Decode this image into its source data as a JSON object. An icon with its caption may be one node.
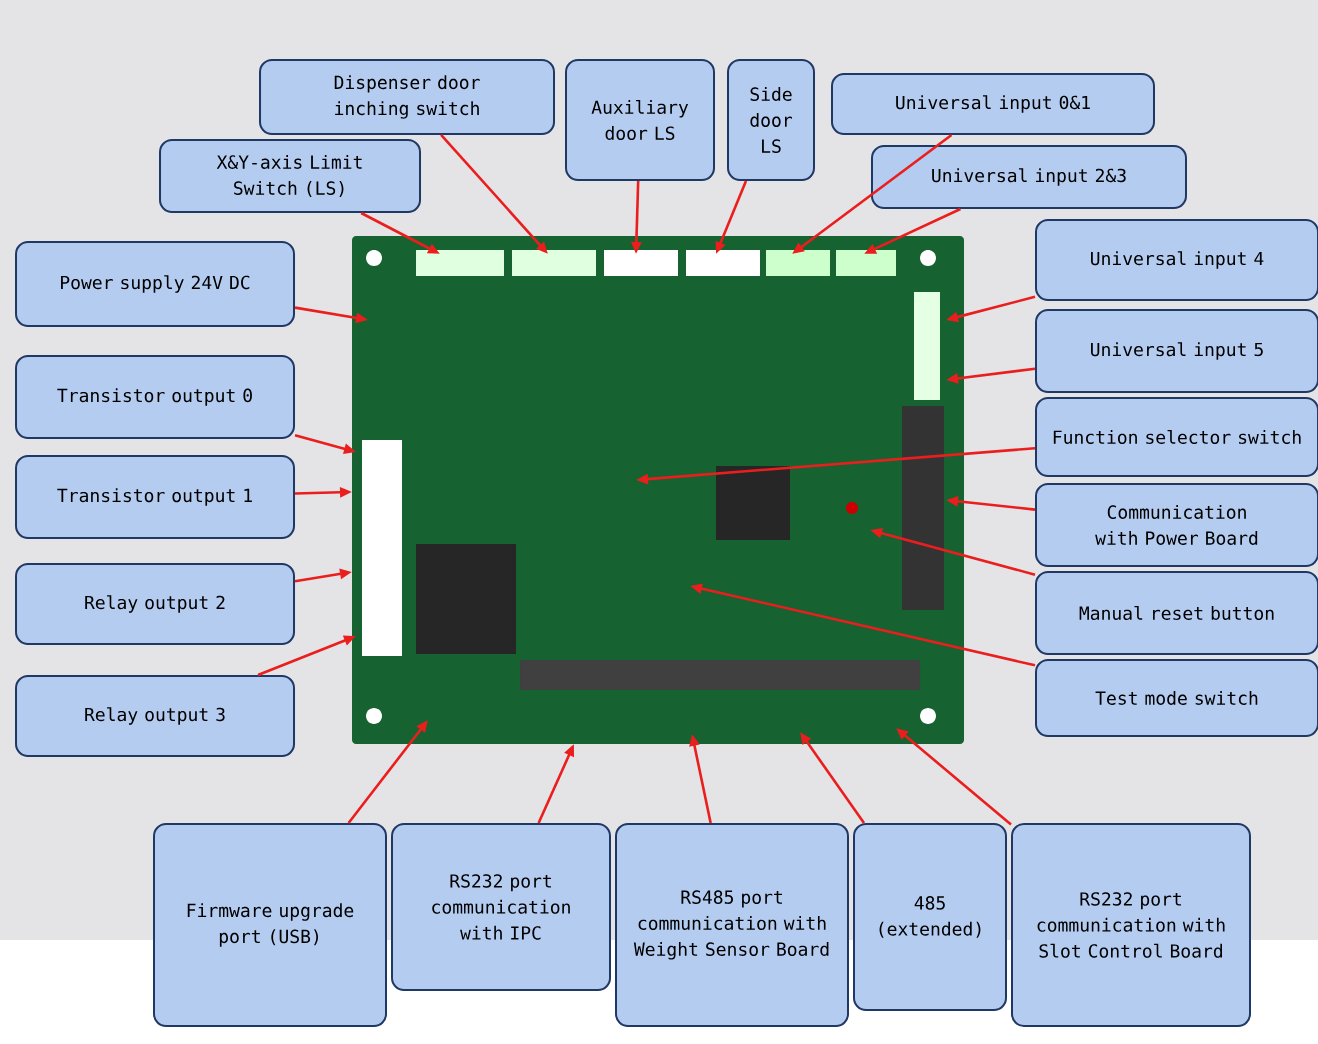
{
  "diagram": {
    "nodes": [
      {
        "text": [
          "Dispenser door inching switch"
        ]
      },
      {
        "text": [
          "Auxiliary door LS"
        ]
      },
      {
        "text": [
          "Side door LS"
        ]
      },
      {
        "text": [
          "Universal input 0&1"
        ]
      },
      {
        "text": [
          "X&Y-axis Limit Switch (LS)"
        ]
      },
      {
        "text": [
          "Universal input 2&3"
        ]
      },
      {
        "text": [
          "Power supply 24V DC"
        ]
      },
      {
        "text": [
          "Universal input 4"
        ]
      },
      {
        "text": [
          "Universal input 5"
        ]
      },
      {
        "text": [
          "Transistor output 0"
        ]
      },
      {
        "text": [
          "Function selector switch"
        ]
      },
      {
        "text": [
          "Transistor output 1"
        ]
      },
      {
        "text": [
          "Communication with Power Board"
        ]
      },
      {
        "text": [
          "Relay output 2"
        ]
      },
      {
        "text": [
          "Manual reset button"
        ]
      },
      {
        "text": [
          "Test mode switch"
        ]
      },
      {
        "text": [
          "Relay output 3"
        ]
      },
      {
        "text": [
          "Firmware upgrade port (USB)"
        ]
      },
      {
        "text": [
          "RS232 port communication with IPC"
        ]
      },
      {
        "text": [
          "RS485 port communication with Weight Sensor Board"
        ]
      },
      {
        "text": [
          "485 (extended)"
        ]
      },
      {
        "text": [
          "RS232 port communication with Slot Control Board"
        ]
      }
    ],
    "edges": [
      {
        "from": 0,
        "to": null,
        "arrow": "to"
      },
      {
        "from": 1,
        "to": null,
        "arrow": "to"
      },
      {
        "from": 2,
        "to": null,
        "arrow": "to"
      },
      {
        "from": 3,
        "to": null,
        "arrow": "to"
      },
      {
        "from": 4,
        "to": null,
        "arrow": "to"
      },
      {
        "from": 5,
        "to": null,
        "arrow": "to"
      },
      {
        "from": 6,
        "to": null,
        "arrow": "to"
      },
      {
        "from": 7,
        "to": null,
        "arrow": "to"
      },
      {
        "from": 8,
        "to": null,
        "arrow": "to"
      },
      {
        "from": 9,
        "to": null,
        "arrow": "to"
      },
      {
        "from": 10,
        "to": null,
        "arrow": "to"
      },
      {
        "from": 11,
        "to": null,
        "arrow": "to"
      },
      {
        "from": 12,
        "to": null,
        "arrow": "to"
      },
      {
        "from": 13,
        "to": null,
        "arrow": "to"
      },
      {
        "from": 14,
        "to": null,
        "arrow": "to"
      },
      {
        "from": 15,
        "to": null,
        "arrow": "to"
      },
      {
        "from": 16,
        "to": null,
        "arrow": "to"
      },
      {
        "from": 17,
        "to": null,
        "arrow": "to"
      },
      {
        "from": 18,
        "to": null,
        "arrow": "to"
      },
      {
        "from": 19,
        "to": null,
        "arrow": "to"
      },
      {
        "from": 20,
        "to": null,
        "arrow": "to"
      },
      {
        "from": 21,
        "to": null,
        "arrow": "to"
      }
    ]
  }
}
